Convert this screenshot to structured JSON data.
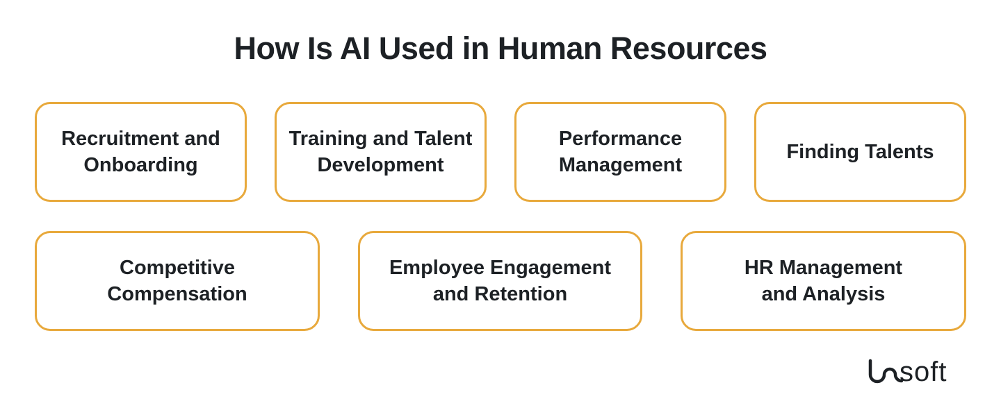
{
  "title": "How Is AI Used in Human Resources",
  "colors": {
    "accent_border": "#e8a93c",
    "text": "#1d2125",
    "background": "#ffffff"
  },
  "row1": [
    {
      "label": "Recruitment and\nOnboarding"
    },
    {
      "label": "Training and Talent\nDevelopment"
    },
    {
      "label": "Performance\nManagement"
    },
    {
      "label": "Finding Talents"
    }
  ],
  "row2": [
    {
      "label": "Competitive\nCompensation"
    },
    {
      "label": "Employee Engagement\nand Retention"
    },
    {
      "label": "HR Management\nand Analysis"
    }
  ],
  "logo": {
    "text": "ɩɷsoft",
    "alt": "Uasoft"
  }
}
